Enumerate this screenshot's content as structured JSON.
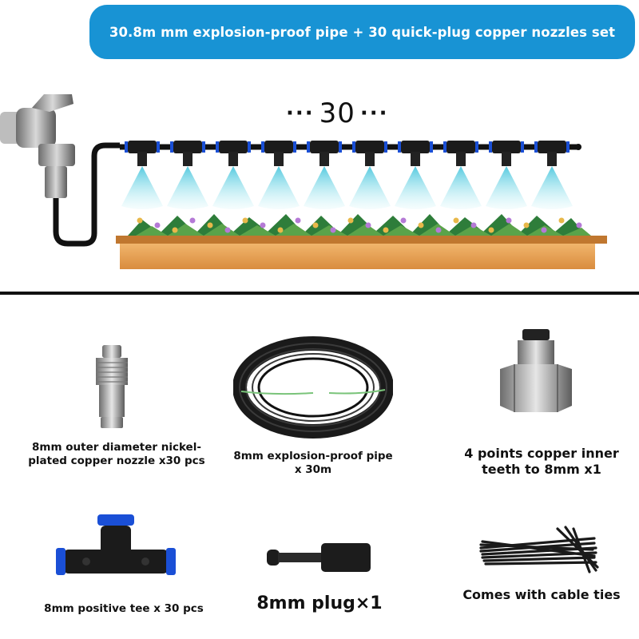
{
  "banner": {
    "title": "30.8m mm explosion-proof pipe + 30 quick-plug copper nozzles set"
  },
  "scene": {
    "count_dots_left": "···",
    "count_number": "30",
    "count_dots_right": "···"
  },
  "products": [
    {
      "label": "8mm outer diameter nickel-plated copper nozzle x30 pcs",
      "icon": "nozzle-icon"
    },
    {
      "label": "8mm explosion-proof pipe x 30m",
      "icon": "pipe-coil-icon"
    },
    {
      "label": "4 points copper inner teeth to 8mm x1",
      "icon": "copper-adapter-icon"
    },
    {
      "label": "8mm positive tee x 30 pcs",
      "icon": "tee-connector-icon"
    },
    {
      "label": "8mm plug×1",
      "icon": "plug-icon"
    },
    {
      "label": "Comes with cable ties",
      "icon": "cable-ties-icon"
    }
  ],
  "colors": {
    "banner_bg": "#1893d4",
    "banner_text": "#ffffff",
    "mist": "#7fd6e6",
    "planter": "#e8a35a"
  }
}
